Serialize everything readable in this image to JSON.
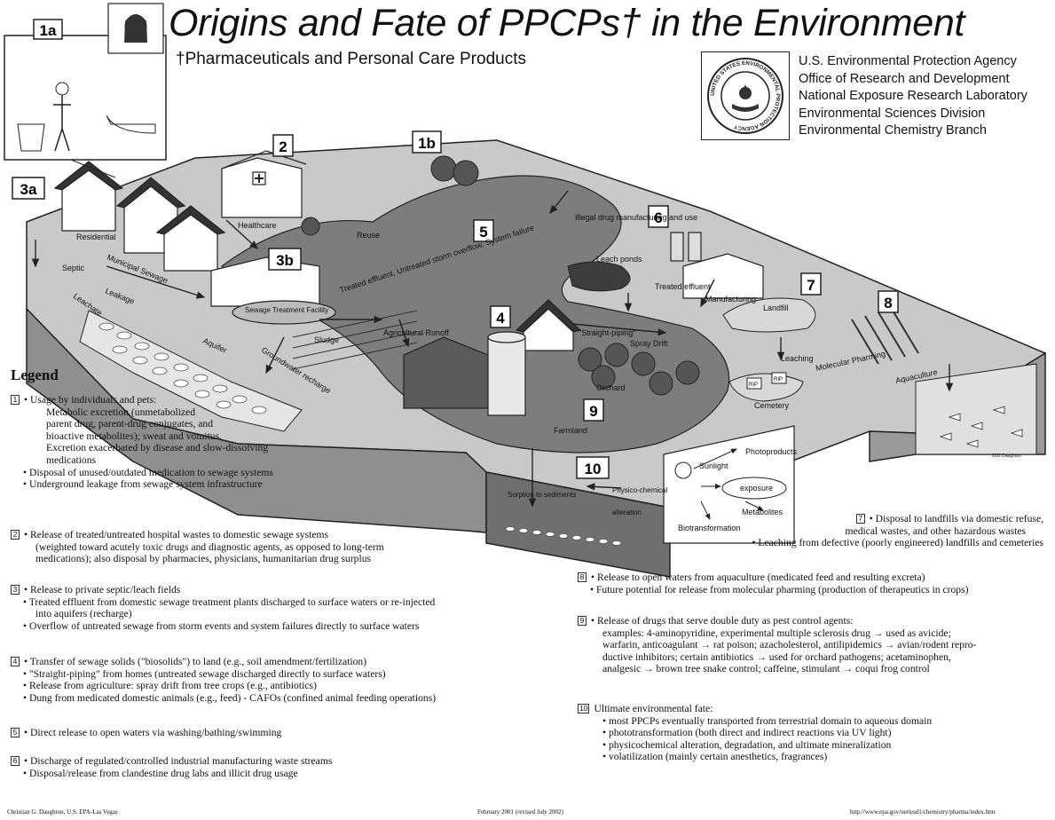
{
  "header": {
    "title": "Origins and Fate of PPCPs† in the Environment",
    "subtitle": "†Pharmaceuticals and Personal Care Products",
    "agency": [
      "U.S. Environmental Protection Agency",
      "Office of Research and Development",
      "National Exposure Research Laboratory",
      "Environmental Sciences Division",
      "Environmental Chemistry Branch"
    ],
    "seal_text": "UNITED STATES ENVIRONMENTAL PROTECTION AGENCY"
  },
  "diagram": {
    "badges": [
      "1a",
      "1b",
      "2",
      "3a",
      "3b",
      "4",
      "5",
      "6",
      "7",
      "8",
      "9",
      "10"
    ],
    "labels": {
      "residential": "Residential",
      "healthcare": "Healthcare",
      "reuse": "Reuse",
      "septic": "Septic",
      "municipal_sewage": "Municipal Sewage",
      "leakage": "Leakage",
      "leachate": "Leachate",
      "aquifer": "Aquifer",
      "sewage_treatment": "Sewage Treatment Facility",
      "sludge": "Sludge",
      "agricultural_runoff": "Agricultural Runoff",
      "groundwater_recharge": "Groundwater recharge",
      "treated_effluent": "Treated effluent, Untreated storm overflow, System failure",
      "illegal_drug": "Illegal drug manufacturing and use",
      "leach_ponds": "Leach ponds",
      "treated_effluent_2": "Treated effluent",
      "manufacturing": "Manufacturing",
      "landfill": "Landfill",
      "straight_piping": "\"Straight-piping\"",
      "spray_drift": "Spray Drift",
      "orchard": "Orchard",
      "leaching": "Leaching",
      "molecular_pharming": "Molecular Pharming",
      "cemetery": "Cemetery",
      "aquaculture": "Aquaculture",
      "farmland": "Farmland",
      "sorption": "Sorption to sediments",
      "physico_chemical": "Physico-chemical",
      "alteration": "alteration",
      "sunlight": "Sunlight",
      "photoproducts": "Photoproducts",
      "exposure": "exposure",
      "metabolites": "Metabolites",
      "biotransformation": "Biotransformation",
      "rip": "RIP",
      "credit": "2/02 Daughton"
    }
  },
  "legend": {
    "title": "Legend",
    "item1": {
      "num": "1",
      "lines": [
        "• Usage by individuals and pets:",
        "Metabolic excretion (unmetabolized",
        "parent drug, parent-drug conjugates, and",
        "bioactive metabolites); sweat and vomitus.",
        "Excretion exacerbated by disease and slow-dissolving",
        "medications",
        "• Disposal of unused/outdated medication to sewage systems",
        "• Underground leakage from sewage system infrastructure"
      ]
    },
    "item2": {
      "num": "2",
      "lines": [
        "• Release of treated/untreated hospital wastes to domestic sewage systems",
        "(weighted toward acutely toxic drugs and diagnostic agents, as opposed to long-term",
        "medications); also disposal by pharmacies, physicians, humanitarian drug surplus"
      ]
    },
    "item3": {
      "num": "3",
      "lines": [
        "• Release to private septic/leach fields",
        "• Treated effluent from domestic sewage treatment plants discharged to surface waters or re-injected",
        "into aquifers (recharge)",
        "• Overflow of untreated sewage from storm events and system failures directly to surface waters"
      ]
    },
    "item4": {
      "num": "4",
      "lines": [
        "• Transfer of sewage solids (\"biosolids\") to land (e.g., soil amendment/fertilization)",
        "• \"Straight-piping\" from homes (untreated sewage discharged directly to surface waters)",
        "• Release from agriculture:  spray drift from tree crops (e.g., antibiotics)",
        "• Dung from medicated domestic animals (e.g., feed) - CAFOs (confined animal feeding operations)"
      ]
    },
    "item5": {
      "num": "5",
      "lines": [
        "• Direct release to open waters via washing/bathing/swimming"
      ]
    },
    "item6": {
      "num": "6",
      "lines": [
        "• Discharge of regulated/controlled industrial manufacturing waste streams",
        "• Disposal/release from clandestine drug labs and illicit drug usage"
      ]
    },
    "item7": {
      "num": "7",
      "lines": [
        "• Disposal to landfills via domestic refuse,",
        "medical wastes, and other hazardous wastes",
        "• Leaching from defective (poorly engineered) landfills and cemeteries"
      ]
    },
    "item8": {
      "num": "8",
      "lines": [
        "• Release to open waters from aquaculture (medicated feed and resulting excreta)",
        "• Future potential for release from molecular pharming (production of therapeutics in crops)"
      ]
    },
    "item9": {
      "num": "9",
      "lines": [
        "• Release of drugs that serve double duty as pest control agents:",
        "examples:  4-aminopyridine, experimental multiple sclerosis drug → used as avicide;",
        "warfarin, anticoagulant → rat poison; azacholesterol, antilipidemics → avian/rodent repro-",
        "ductive inhibitors; certain antibiotics → used for orchard pathogens; acetaminophen,",
        "analgesic → brown tree snake control; caffeine, stimulant → coqui frog control"
      ]
    },
    "item10": {
      "num": "10",
      "lines": [
        "Ultimate environmental fate:",
        "• most PPCPs eventually transported from terrestrial domain to aqueous domain",
        "• phototransformation (both direct and indirect reactions via UV light)",
        "• physicochemical alteration, degradation, and ultimate mineralization",
        "• volatilization (mainly certain anesthetics, fragrances)"
      ]
    }
  },
  "footer": {
    "left": "Christian G. Daughton, U.S. EPA-Las Vegas",
    "center": "February 2001 (revised July 2002)",
    "right": "http://www.epa.gov/nerlesd1/chemistry/pharma/index.htm"
  }
}
